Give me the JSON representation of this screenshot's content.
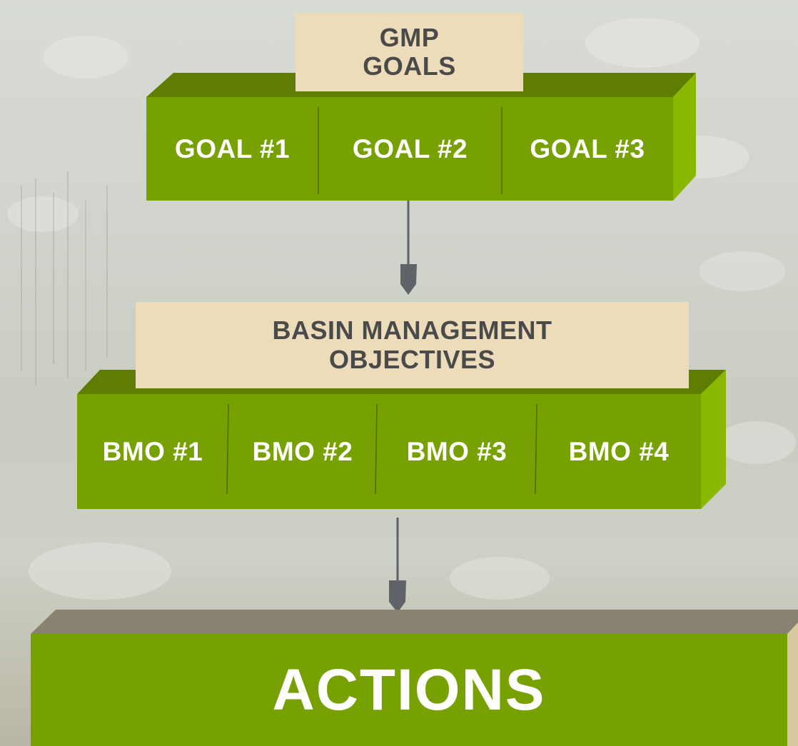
{
  "goals_tier": {
    "caption_line1": "GMP",
    "caption_line2": "GOALS",
    "items": [
      "GOAL #1",
      "GOAL #2",
      "GOAL #3"
    ]
  },
  "bmo_tier": {
    "caption_line1": "BASIN MANAGEMENT",
    "caption_line2": "OBJECTIVES",
    "items": [
      "BMO #1",
      "BMO #2",
      "BMO #3",
      "BMO #4"
    ]
  },
  "actions_tier": {
    "label": "ACTIONS"
  },
  "colors": {
    "block_face": "#77a100",
    "block_top": "#5f7d00",
    "block_side": "#8ab800",
    "caption_bg": "#ecdcb9",
    "caption_text": "#4a4a4a",
    "arrow": "#606468",
    "actions_top": "#8a8270",
    "actions_side": "#d8c9a3"
  }
}
